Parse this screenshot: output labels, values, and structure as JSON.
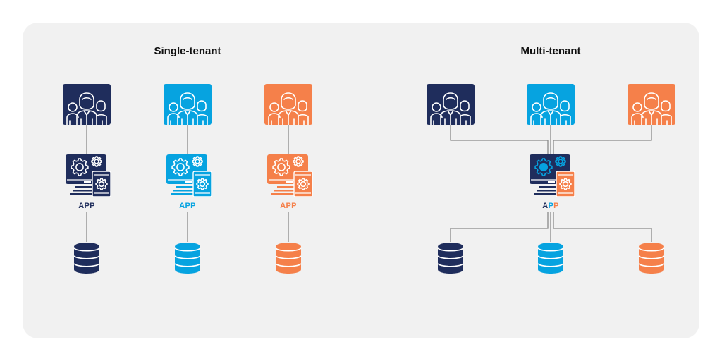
{
  "colors": {
    "navy": "#1f2d5c",
    "blue": "#06a3e0",
    "orange": "#f5804a",
    "line": "#8a8a8a",
    "panel": "#f1f1f1",
    "title": "#111111"
  },
  "single_tenant": {
    "title": "Single-tenant",
    "columns": [
      {
        "color": "navy",
        "users_icon": "users-group-icon",
        "app_icon": "app-settings-icon",
        "app_label": "APP",
        "db_icon": "database-icon"
      },
      {
        "color": "blue",
        "users_icon": "users-group-icon",
        "app_icon": "app-settings-icon",
        "app_label": "APP",
        "db_icon": "database-icon"
      },
      {
        "color": "orange",
        "users_icon": "users-group-icon",
        "app_icon": "app-settings-icon",
        "app_label": "APP",
        "db_icon": "database-icon"
      }
    ]
  },
  "multi_tenant": {
    "title": "Multi-tenant",
    "tenants": [
      {
        "color": "navy",
        "users_icon": "users-group-icon",
        "db_icon": "database-icon"
      },
      {
        "color": "blue",
        "users_icon": "users-group-icon",
        "db_icon": "database-icon"
      },
      {
        "color": "orange",
        "users_icon": "users-group-icon",
        "db_icon": "database-icon"
      }
    ],
    "shared_app": {
      "app_icon": "shared-app-settings-icon",
      "label_parts": [
        {
          "text": "A",
          "color": "navy"
        },
        {
          "text": "P",
          "color": "blue"
        },
        {
          "text": "P",
          "color": "orange"
        }
      ]
    }
  }
}
